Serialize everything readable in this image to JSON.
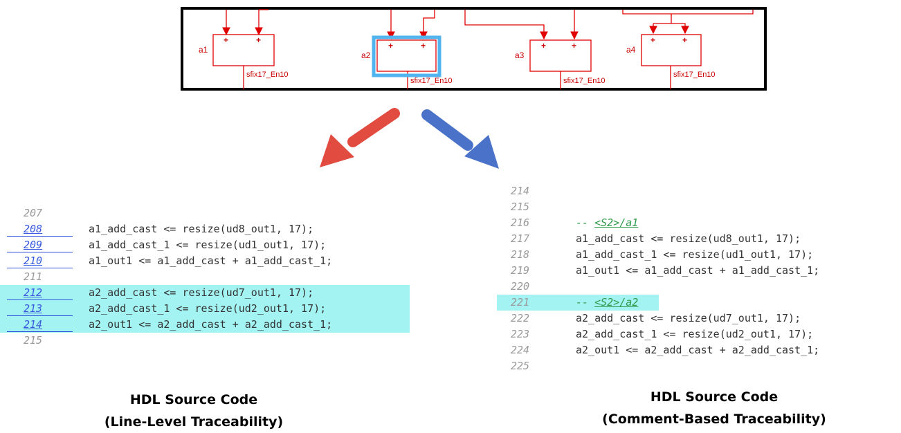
{
  "diagram": {
    "blocks": [
      {
        "name": "a1",
        "type_label": "sfix17_En10",
        "selected": false
      },
      {
        "name": "a2",
        "type_label": "sfix17_En10",
        "selected": true
      },
      {
        "name": "a3",
        "type_label": "sfix17_En10",
        "selected": false
      },
      {
        "name": "a4",
        "type_label": "sfix17_En10",
        "selected": false
      }
    ],
    "port_sign": "+",
    "colors": {
      "signal": "#e00000",
      "selection": "#52b4ee",
      "frame": "#000000"
    }
  },
  "arrows": [
    {
      "direction": "down-left",
      "color": "#e24c40"
    },
    {
      "direction": "down-right",
      "color": "#4a72c8"
    }
  ],
  "left_panel": {
    "highlight_color": "#a4f3f3",
    "lines": [
      {
        "num": "207",
        "code": "",
        "link": false,
        "highlight": false
      },
      {
        "num": "208",
        "code": "a1_add_cast <= resize(ud8_out1, 17);",
        "link": true,
        "highlight": false
      },
      {
        "num": "209",
        "code": "a1_add_cast_1 <= resize(ud1_out1, 17);",
        "link": true,
        "highlight": false
      },
      {
        "num": "210",
        "code": "a1_out1 <= a1_add_cast + a1_add_cast_1;",
        "link": true,
        "highlight": false
      },
      {
        "num": "211",
        "code": "",
        "link": false,
        "highlight": false
      },
      {
        "num": "212",
        "code": "a2_add_cast <= resize(ud7_out1, 17);",
        "link": true,
        "highlight": true
      },
      {
        "num": "213",
        "code": "a2_add_cast_1 <= resize(ud2_out1, 17);",
        "link": true,
        "highlight": true
      },
      {
        "num": "214",
        "code": "a2_out1 <= a2_add_cast + a2_add_cast_1;",
        "link": true,
        "highlight": true
      },
      {
        "num": "215",
        "code": "",
        "link": false,
        "highlight": false
      }
    ]
  },
  "right_panel": {
    "lines": [
      {
        "num": "214",
        "code": "",
        "comment": "",
        "highlight": false
      },
      {
        "num": "215",
        "code": "",
        "comment": "",
        "highlight": false
      },
      {
        "num": "216",
        "code": "",
        "comment": "<S2>/a1",
        "highlight": false
      },
      {
        "num": "217",
        "code": "a1_add_cast <= resize(ud8_out1, 17);",
        "comment": "",
        "highlight": false
      },
      {
        "num": "218",
        "code": "a1_add_cast_1 <= resize(ud1_out1, 17);",
        "comment": "",
        "highlight": false
      },
      {
        "num": "219",
        "code": "a1_out1 <= a1_add_cast + a1_add_cast_1;",
        "comment": "",
        "highlight": false
      },
      {
        "num": "220",
        "code": "",
        "comment": "",
        "highlight": false
      },
      {
        "num": "221",
        "code": "",
        "comment": "<S2>/a2",
        "highlight": true
      },
      {
        "num": "222",
        "code": "a2_add_cast <= resize(ud7_out1, 17);",
        "comment": "",
        "highlight": false
      },
      {
        "num": "223",
        "code": "a2_add_cast_1 <= resize(ud2_out1, 17);",
        "comment": "",
        "highlight": false
      },
      {
        "num": "224",
        "code": "a2_out1 <= a2_add_cast + a2_add_cast_1;",
        "comment": "",
        "highlight": false
      },
      {
        "num": "225",
        "code": "",
        "comment": "",
        "highlight": false
      }
    ],
    "comment_prefix": "-- "
  },
  "captions": {
    "left": {
      "line1": "HDL Source Code",
      "line2": "(Line-Level Traceability)"
    },
    "right": {
      "line1": "HDL Source Code",
      "line2": "(Comment-Based Traceability)"
    }
  }
}
